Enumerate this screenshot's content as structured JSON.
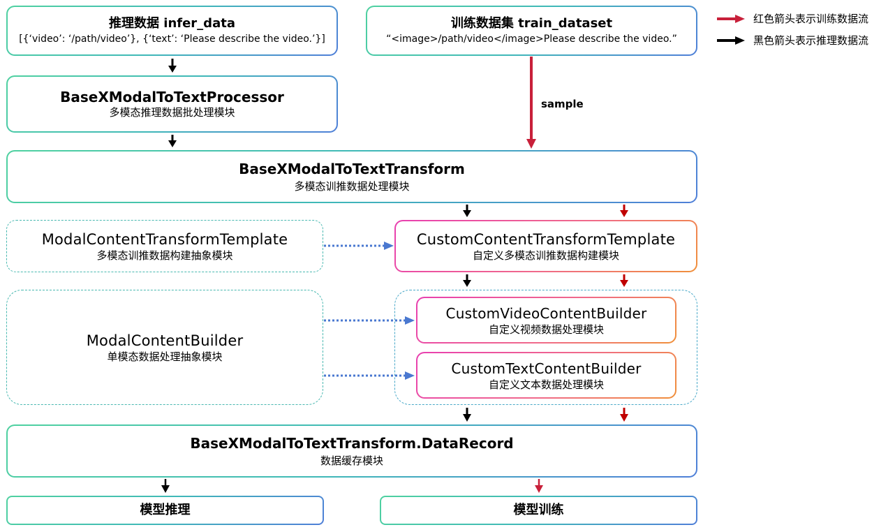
{
  "legend": {
    "red": {
      "label": "红色箭头表示训练数据流",
      "color": "#c8203a"
    },
    "black": {
      "label": "黑色箭头表示推理数据流",
      "color": "#000000"
    }
  },
  "nodes": {
    "infer_data": {
      "title": "推理数据 infer_data",
      "subtitle": "[{‘video’: ‘/path/video’}, {‘text’: ‘Please describe the video.’}]"
    },
    "train_dataset": {
      "title": "训练数据集 train_dataset",
      "subtitle": "“<image>/path/video</image>Please describe the video.”"
    },
    "processor": {
      "title": "BaseXModalToTextProcessor",
      "subtitle": "多模态推理数据批处理模块"
    },
    "transform": {
      "title": "BaseXModalToTextTransform",
      "subtitle": "多模态训推数据处理模块"
    },
    "modal_template": {
      "title": "ModalContentTransformTemplate",
      "subtitle": "多模态训推数据构建抽象模块"
    },
    "custom_template": {
      "title": "CustomContentTransformTemplate",
      "subtitle": "自定义多模态训推数据构建模块"
    },
    "modal_builder": {
      "title": "ModalContentBuilder",
      "subtitle": "单模态数据处理抽象模块"
    },
    "video_builder": {
      "title": "CustomVideoContentBuilder",
      "subtitle": "自定义视频数据处理模块"
    },
    "text_builder": {
      "title": "CustomTextContentBuilder",
      "subtitle": "自定义文本数据处理模块"
    },
    "data_record": {
      "title": "BaseXModalToTextTransform.DataRecord",
      "subtitle": "数据缓存模块"
    },
    "inference": {
      "title": "模型推理"
    },
    "training": {
      "title": "模型训练"
    }
  },
  "edges": {
    "sample_label": "sample"
  },
  "colors": {
    "train_arrow": "#c8203a",
    "train_arrow_small": "#c00000",
    "infer_arrow": "#000000",
    "inherit_arrow": "#4a78d0"
  }
}
